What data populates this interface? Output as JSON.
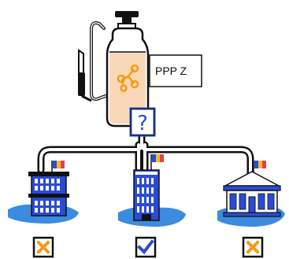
{
  "sprayer": {
    "label": "PPP Z",
    "question_mark": "?"
  },
  "buildings": [
    {
      "name": "office-building",
      "status": "rejected",
      "status_symbol": "✕"
    },
    {
      "name": "tower-building",
      "status": "approved",
      "status_symbol": "✓"
    },
    {
      "name": "government-building",
      "status": "rejected",
      "status_symbol": "✕"
    }
  ],
  "colors": {
    "outline": "#111111",
    "tank_fill": "#f9d8b7",
    "accent_orange": "#f59a16",
    "building_blue": "#2a4bd7",
    "ground_blue": "#3b8be0",
    "check_blue": "#2a4bd7",
    "flag_red": "#e0424a",
    "flag_yellow": "#f7b829",
    "flag_blue": "#2a4bd7"
  }
}
